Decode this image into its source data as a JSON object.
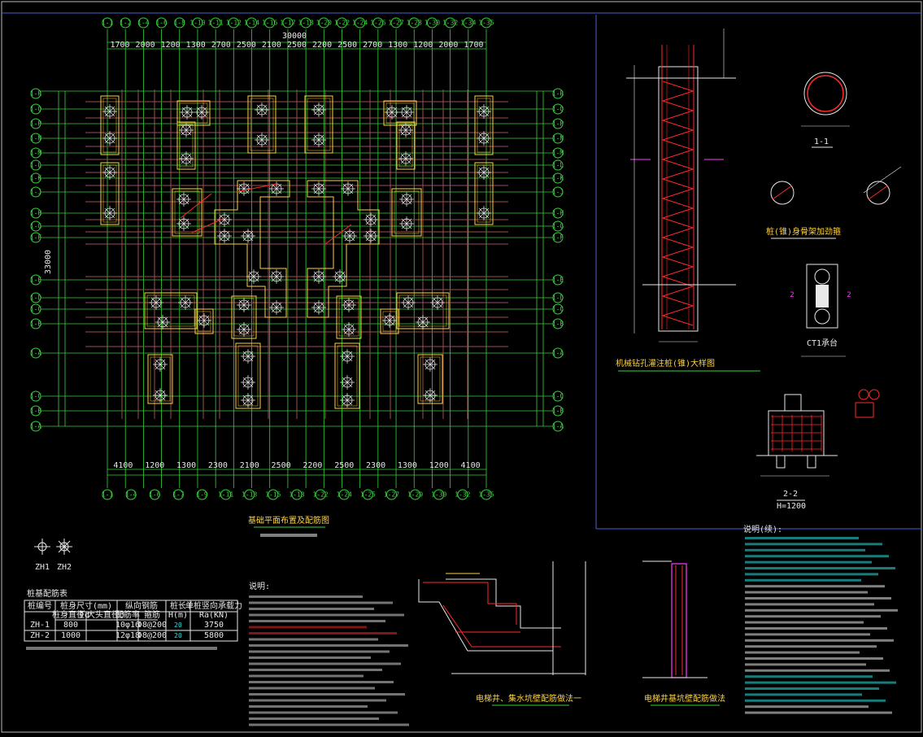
{
  "colors": {
    "background": "#000000",
    "grid_axis": "#36d23a",
    "foundation_outline": "#ffd23a",
    "beam": "#9a5050",
    "rebar": "#ff2a2a",
    "annotation": "#30e0e0",
    "pile": "#e8e8e8",
    "accent": "#ff3cff"
  },
  "plan": {
    "col_axes_top": [
      "1-1",
      "1-2",
      "1-4",
      "1-6",
      "1-8",
      "1-10",
      "1-11",
      "1-12",
      "1-14",
      "1-16",
      "1-17",
      "1-18",
      "1-20",
      "1-22",
      "1-24",
      "1-26",
      "1-27",
      "1-28",
      "1-30",
      "1-32",
      "1-34",
      "1-35"
    ],
    "col_axes_bottom": [
      "1-1",
      "1-4",
      "1-6",
      "1-7",
      "1-9",
      "1-11",
      "1-13",
      "1-15",
      "1-18",
      "1-22",
      "1-24",
      "1-25",
      "1-27",
      "1-29",
      "1-30",
      "1-32",
      "1-35"
    ],
    "row_axes_left": [
      "1-R",
      "1-Q",
      "1-P",
      "1-N",
      "1-M",
      "1-L",
      "1-K",
      "1-J",
      "1-H",
      "1-G",
      "1-F",
      "1-E",
      "1-D",
      "1-C",
      "1-B",
      "1-A"
    ],
    "row_axes_right": [
      "1-R",
      "1-Q",
      "1-P",
      "1-N",
      "1-M",
      "1-L",
      "1-K",
      "1-J",
      "1-H",
      "1-G",
      "1-F",
      "1-E",
      "1-D",
      "1-C",
      "1-B",
      "1-A"
    ],
    "overall_dim": "30000",
    "left_dim": "33000",
    "top_dims": [
      "1700",
      "2000",
      "1200",
      "1300",
      "2700",
      "2500",
      "2100",
      "2500",
      "2200",
      "2500",
      "2700",
      "1300",
      "1200",
      "2000",
      "1700"
    ],
    "bottom_dims": [
      "4100",
      "1200",
      "1300",
      "2300",
      "2100",
      "2500",
      "2200",
      "2500",
      "2300",
      "1300",
      "1200",
      "4100"
    ],
    "title": "基础平面布置及配筋图"
  },
  "detail_pile": {
    "title": "机械钻孔灌注桩(锥)大样图"
  },
  "detail_section": {
    "label": "1-1"
  },
  "detail_ct": {
    "title": "CT1承台",
    "section_marks": [
      "2",
      "2"
    ]
  },
  "detail_22": {
    "label": "2-2",
    "sub": "H=1200"
  },
  "detail_branch": {
    "title": "桩(锥)身骨架加劲箍"
  },
  "legend": {
    "zh1": "ZH1",
    "zh2": "ZH2"
  },
  "pile_table": {
    "title": "桩基配筋表",
    "headers": [
      "桩编号",
      "桩身尺寸(mm)",
      "",
      "纵向钢筋",
      "",
      "桩长",
      "单桩竖向承载力"
    ],
    "subheaders": [
      "",
      "桩身直径d",
      "扩大头直径D",
      "配筋率",
      "箍筋",
      "H(m)",
      "Ra(KN)"
    ],
    "rows": [
      [
        "ZH-1",
        "800",
        "",
        "10φ16",
        "Φ8@200",
        "20",
        "3750"
      ],
      [
        "ZH-2",
        "1000",
        "",
        "12φ18",
        "Φ8@200",
        "20",
        "5800"
      ]
    ]
  },
  "detail_pit": {
    "title": "电梯井、集水坑壁配筋做法一"
  },
  "detail_wall": {
    "title": "电梯井基坑壁配筋做法"
  },
  "notes_right_title": "说明(续):",
  "notes_mid_title": "说明:"
}
